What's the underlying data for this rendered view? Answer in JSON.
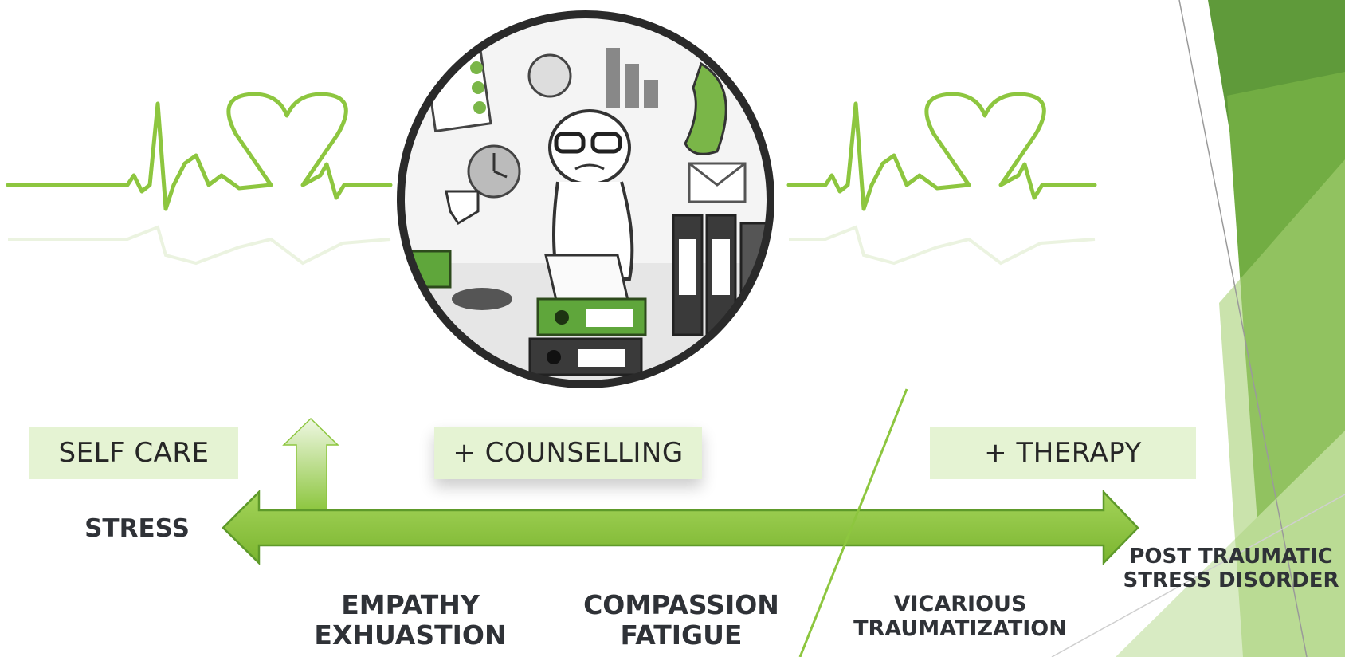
{
  "boxes": {
    "self_care": "SELF CARE",
    "counselling": "+ COUNSELLING",
    "therapy": "+ THERAPY"
  },
  "labels": {
    "stress": "STRESS",
    "empathy_line1": "EMPATHY",
    "empathy_line2": "EXHUASTION",
    "compassion_line1": "COMPASSION",
    "compassion_line2": "FATIGUE",
    "vicarious_line1": "VICARIOUS",
    "vicarious_line2": "TRAUMATIZATION",
    "ptsd_line1": "POST TRAUMATIC",
    "ptsd_line2": "STRESS DISORDER"
  },
  "colors": {
    "accent_green": "#8dc63f",
    "dark_green": "#5e9a2a",
    "box_fill": "#e5f3d3",
    "text_dark": "#2f3237"
  },
  "icons": {
    "center_illustration": "stressed-person-at-desk-illustration",
    "heartbeat": "heartbeat-heart-line-icon"
  }
}
